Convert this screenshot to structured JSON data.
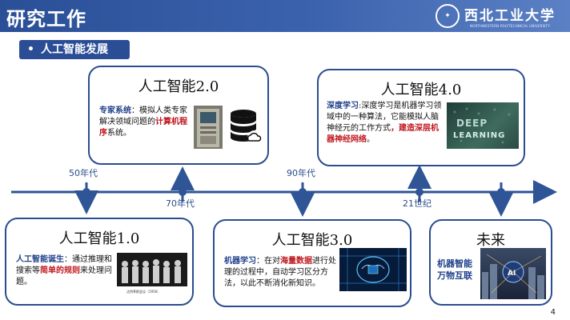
{
  "header": {
    "title": "研究工作",
    "logo_cn": "西北工业大学",
    "logo_en": "NORTHWESTERN POLYTECHNICAL UNIVERSITY"
  },
  "section": {
    "bullet": "•",
    "label": "人工智能发展"
  },
  "cards": {
    "ai1": {
      "title": "人工智能1.0",
      "lead": "人工智能诞生",
      "t1": "：通过推理和搜索等",
      "hl": "简单的规则",
      "t2": "来处理问题。",
      "caption": "达特茅斯会议（1956）"
    },
    "ai2": {
      "title": "人工智能2.0",
      "lead": "专家系统",
      "t1": "：模拟人类专家解决领域问题的",
      "hl": "计算机程序",
      "t2": "系统。"
    },
    "ai3": {
      "title": "人工智能3.0",
      "lead": "机器学习",
      "t1": "：在对",
      "hl": "海量数据",
      "t2": "进行处理的过程中，自动学习区分方法，以此不断消化新知识。"
    },
    "ai4": {
      "title": "人工智能4.0",
      "lead": "深度学习",
      "t1": ":深度学习是机器学习领域中的一种算法，它能模拟人脑神经元的工作方式",
      "hl": "，建造深层机器神经网络",
      "t2": "。",
      "img_text_1": "DEEP",
      "img_text_2": "LEARNING"
    },
    "future": {
      "title": "未来",
      "line1": "机器智能",
      "line2": "万物互联",
      "img_text": "AI"
    }
  },
  "timeline": {
    "labels": [
      "50年代",
      "70年代",
      "90年代",
      "21世纪"
    ]
  },
  "page_number": "4",
  "colors": {
    "primary": "#2b4d96",
    "card_border": "#2a4d8f",
    "highlight_red": "#c0181f",
    "highlight_blue": "#1e3f8a"
  }
}
